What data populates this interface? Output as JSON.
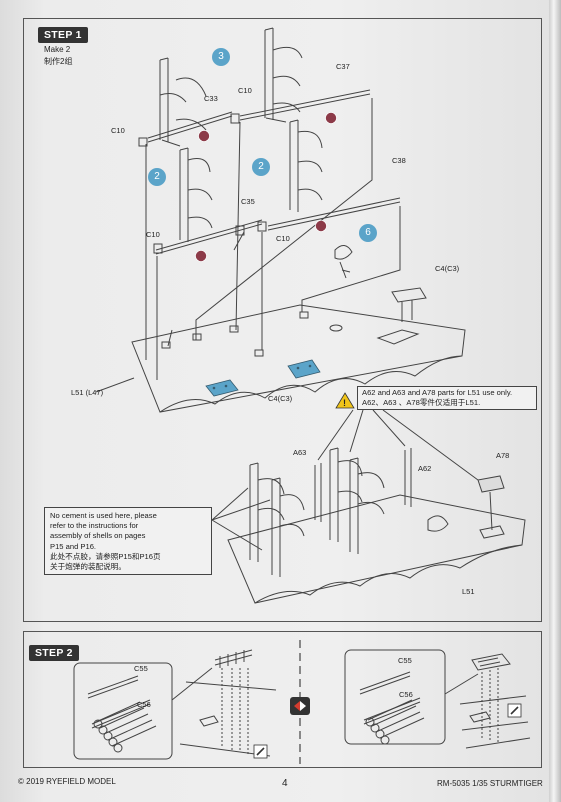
{
  "step1": {
    "badge": "STEP 1",
    "make": "Make 2",
    "make_cn": "制作2组",
    "callouts": [
      "3",
      "2",
      "2",
      "6"
    ],
    "labels": {
      "c37": "C37",
      "c33": "C33",
      "c10a": "C10",
      "c10b": "C10",
      "c10c": "C10",
      "c10d": "C10",
      "c38": "C38",
      "c35": "C35",
      "c4a": "C4(C3)",
      "c4b": "C4(C3)",
      "l51a": "L51 (L47)",
      "a63": "A63",
      "a62": "A62",
      "a78": "A78",
      "l51b": "L51"
    },
    "parts_note": {
      "line1": "A62 and A63 and A78 parts for L51 use only.",
      "line2": "A62、A63 、A78零件仅适用于L51."
    },
    "cement_note": {
      "line1": "No cement is used here, please",
      "line2": "refer to the instructions for",
      "line3": "assembly of shells on pages",
      "line4": "P15 and P16.",
      "line5": "此处不点胶，请参照P15和P16页",
      "line6": "关于炮弹的装配说明。"
    }
  },
  "step2": {
    "badge": "STEP 2",
    "labels": {
      "c55a": "C55",
      "c56a": "C56",
      "c55b": "C55",
      "c56b": "C56"
    }
  },
  "footer": {
    "copyright": "© 2019 RYEFIELD MODEL",
    "page_number": "4",
    "model": "RM-5035 1/35 STURMTIGER"
  },
  "colors": {
    "callout": "#5ba4c9",
    "highlight_part": "#5ba4c9",
    "warning": "#f0c419",
    "arrow_red": "#d33c2f"
  }
}
